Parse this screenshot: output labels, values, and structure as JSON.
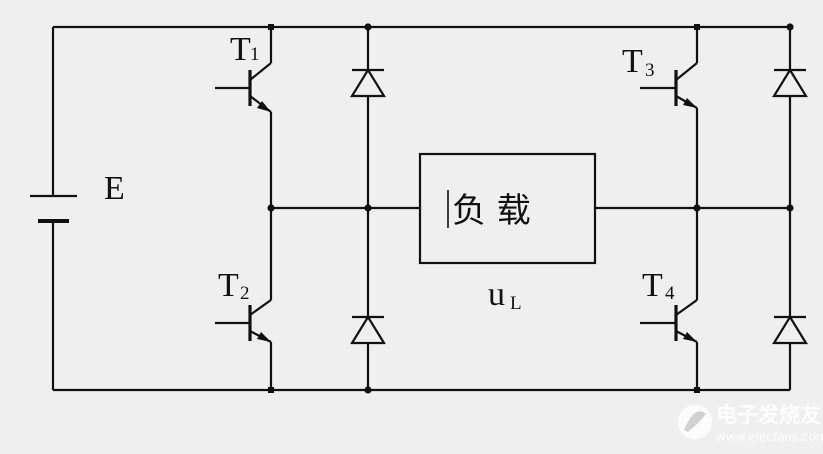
{
  "labels": {
    "E": "E",
    "T1": "T",
    "T1_sub": "1",
    "T2": "T",
    "T2_sub": "2",
    "T3": "T",
    "T3_sub": "3",
    "T4": "T",
    "T4_sub": "4",
    "uL": "u",
    "uL_sub": "L"
  },
  "load_box": {
    "label": "负 载"
  },
  "watermark": {
    "title": "电子发烧友",
    "url": "www.elecfans.com"
  }
}
